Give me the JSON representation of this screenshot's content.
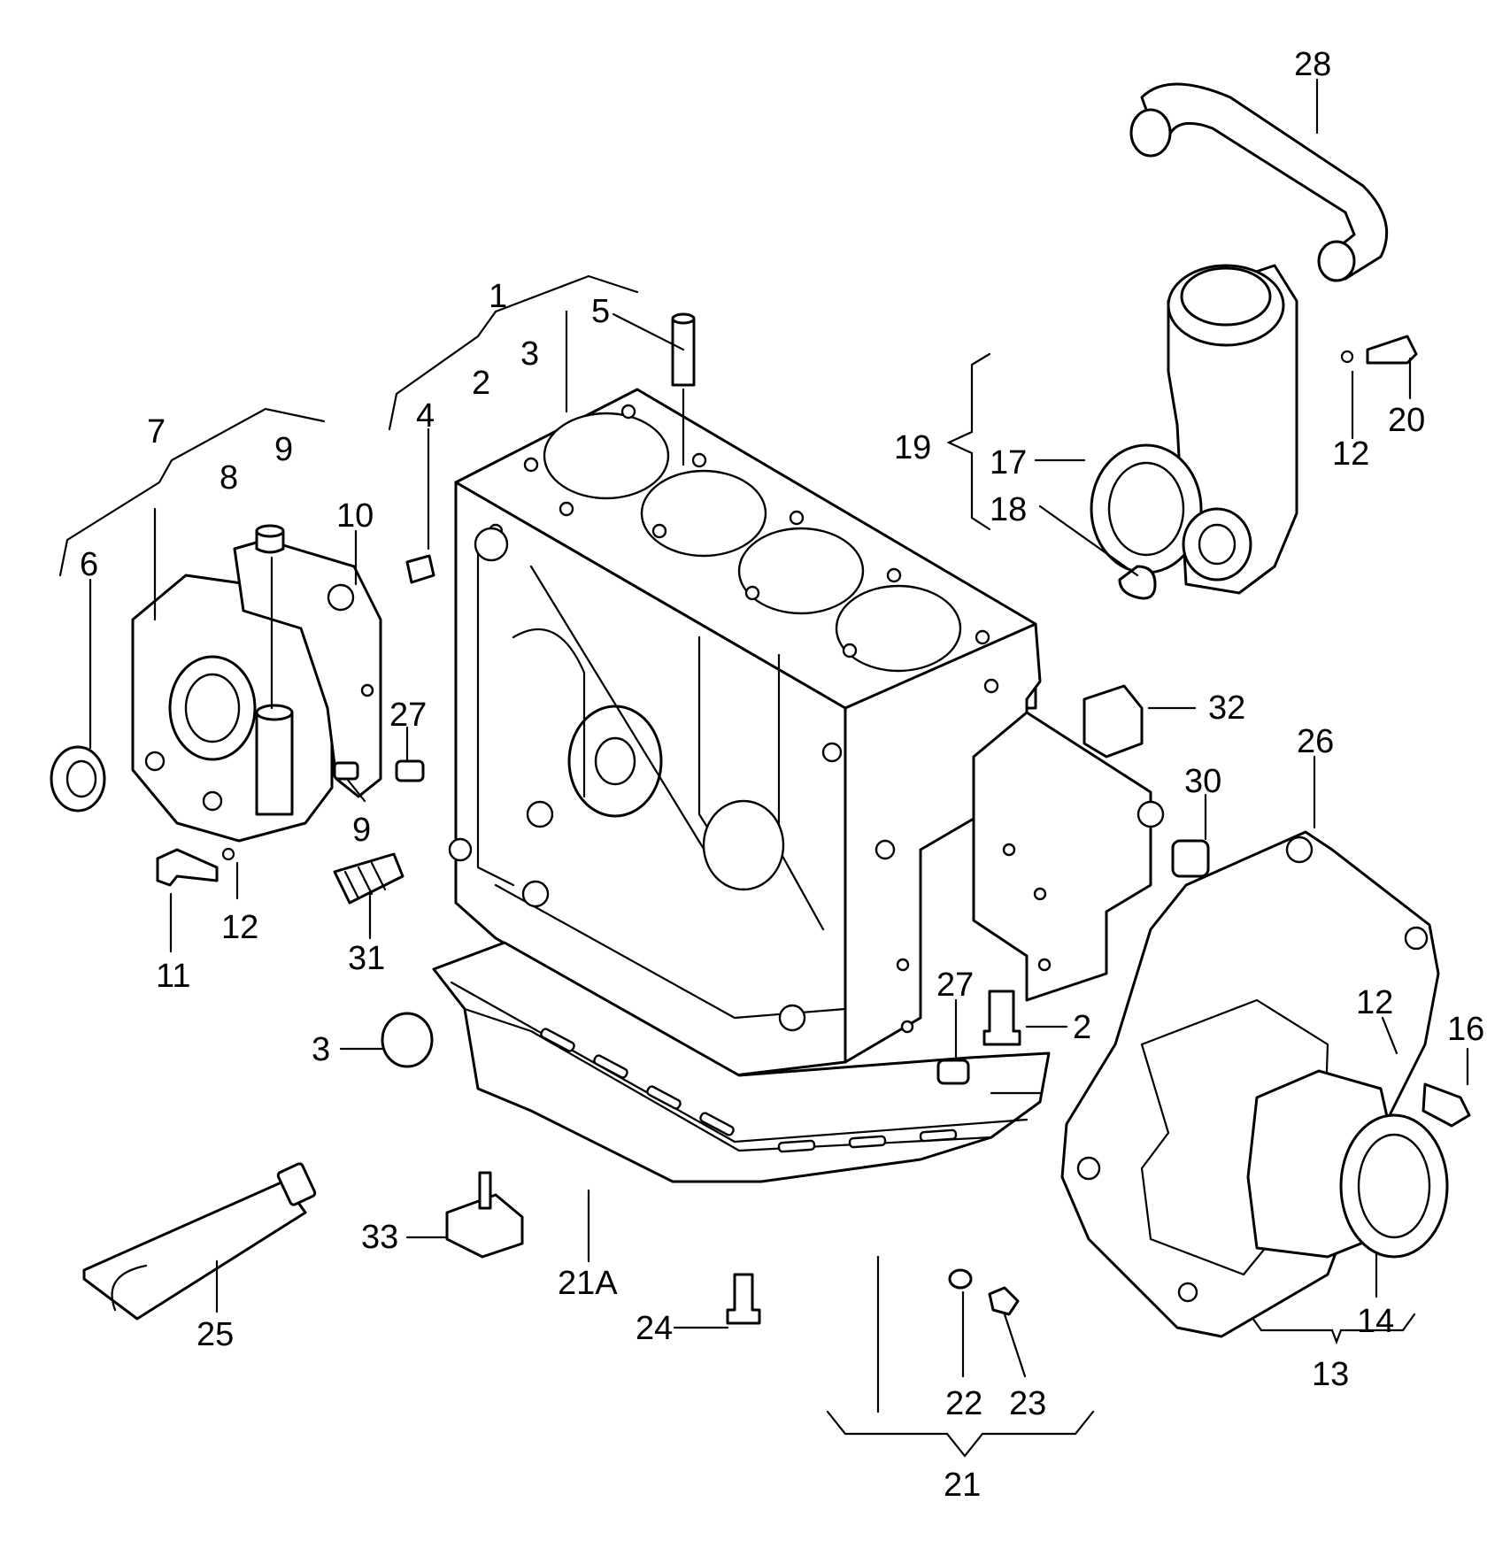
{
  "callouts": [
    "1",
    "2",
    "3",
    "4",
    "5",
    "6",
    "7",
    "8",
    "9",
    "10",
    "9",
    "11",
    "12",
    "27",
    "31",
    "3",
    "28",
    "19",
    "17",
    "18",
    "12",
    "20",
    "32",
    "30",
    "26",
    "27",
    "2",
    "12",
    "16",
    "13",
    "14",
    "21A",
    "33",
    "24",
    "25",
    "22",
    "23",
    "21"
  ]
}
